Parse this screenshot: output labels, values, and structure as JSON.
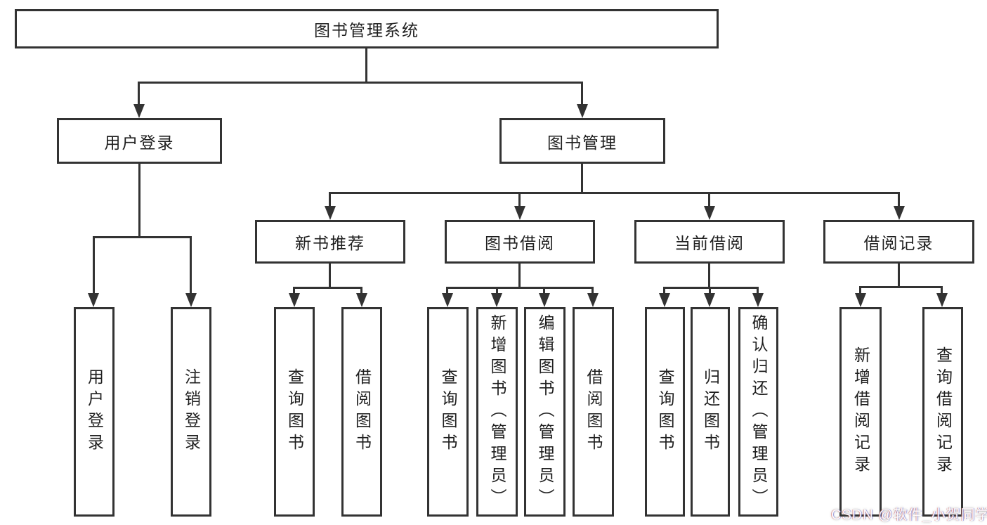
{
  "diagram": {
    "type": "hierarchy",
    "root": {
      "label": "图书管理系统",
      "children": [
        {
          "label": "用户登录",
          "children": [
            {
              "label": "用户登录"
            },
            {
              "label": "注销登录"
            }
          ]
        },
        {
          "label": "图书管理",
          "children": [
            {
              "label": "新书推荐",
              "children": [
                {
                  "label": "查询图书"
                },
                {
                  "label": "借阅图书"
                }
              ]
            },
            {
              "label": "图书借阅",
              "children": [
                {
                  "label": "查询图书"
                },
                {
                  "label": "新增图书（管理员）"
                },
                {
                  "label": "编辑图书（管理员）"
                },
                {
                  "label": "借阅图书"
                }
              ]
            },
            {
              "label": "当前借阅",
              "children": [
                {
                  "label": "查询图书"
                },
                {
                  "label": "归还图书"
                },
                {
                  "label": "确认归还（管理员）"
                }
              ]
            },
            {
              "label": "借阅记录",
              "children": [
                {
                  "label": "新增借阅记录"
                },
                {
                  "label": "查询借阅记录"
                }
              ]
            }
          ]
        }
      ]
    },
    "watermark": "CSDN @软件_小贺同学",
    "colors": {
      "line": "#333333",
      "box_border": "#333333",
      "background": "#ffffff",
      "text": "#1f1f1f",
      "watermark_text": "#ffffff"
    }
  }
}
